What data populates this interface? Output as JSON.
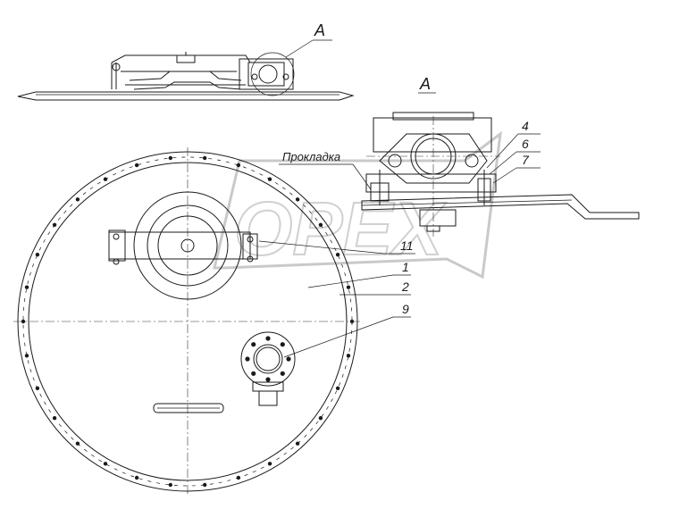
{
  "view_label_top": "А",
  "view_label_detail": "А",
  "callouts": {
    "gasket": "Прокладка",
    "c1": "1",
    "c2": "2",
    "c4": "4",
    "c6": "6",
    "c7": "7",
    "c9": "9",
    "c11": "11"
  },
  "watermark": "OPEX"
}
